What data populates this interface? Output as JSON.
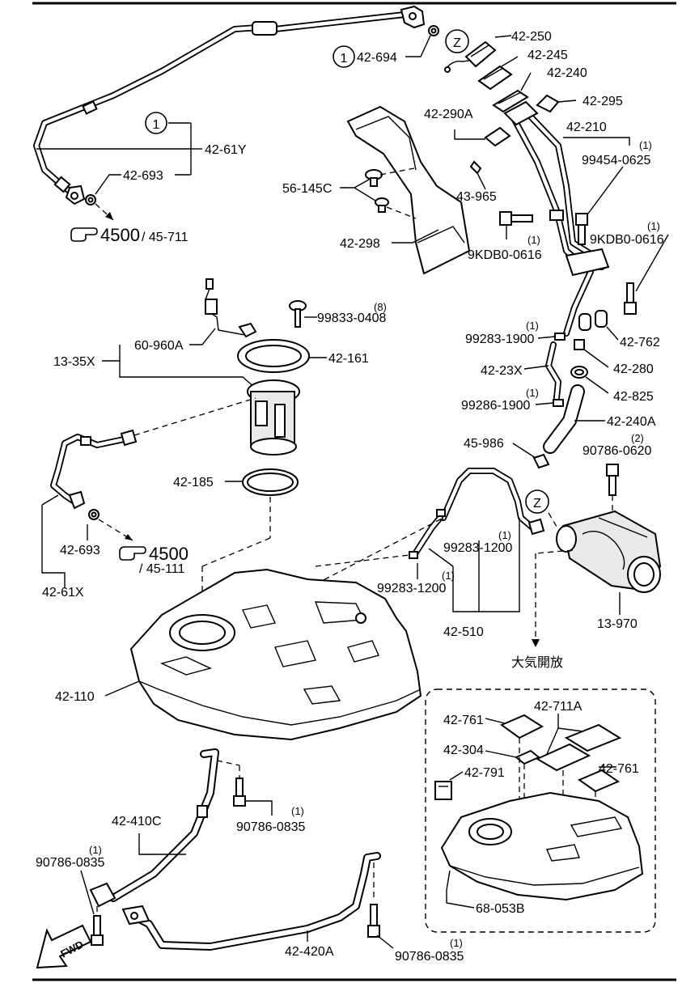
{
  "labels": {
    "p42_694": "42-694",
    "p42_250": "42-250",
    "p42_245": "42-245",
    "p42_240": "42-240",
    "p42_295": "42-295",
    "p42_290A": "42-290A",
    "p42_210": "42-210",
    "p99454_0625": "99454-0625",
    "p42_61Y": "42-61Y",
    "p42_693_top": "42-693",
    "p56_145C": "56-145C",
    "p43_965": "43-965",
    "p42_298": "42-298",
    "p9KDB0_0616_left": "9KDB0-0616",
    "p9KDB0_0616_right": "9KDB0-0616",
    "p99833_0408": "99833-0408",
    "p60_960A": "60-960A",
    "p13_35X": "13-35X",
    "p42_161": "42-161",
    "p99283_1900": "99283-1900",
    "p42_762": "42-762",
    "p42_280": "42-280",
    "p42_23X": "42-23X",
    "p42_825": "42-825",
    "p99286_1900": "99286-1900",
    "p42_240A": "42-240A",
    "p45_986": "45-986",
    "p90786_0620": "90786-0620",
    "p42_185": "42-185",
    "p99283_1200_a": "99283-1200",
    "p99283_1200_b": "99283-1200",
    "p42_693_mid": "42-693",
    "p42_61X": "42-61X",
    "p42_510": "42-510",
    "p13_970": "13-970",
    "p_vent": "大気開放",
    "p42_110": "42-110",
    "p42_711A": "42-711A",
    "p42_761_a": "42-761",
    "p42_304": "42-304",
    "p42_761_b": "42-761",
    "p42_791": "42-791",
    "p68_053B": "68-053B",
    "p42_410C": "42-410C",
    "p90786_0835_a": "90786-0835",
    "p90786_0835_b": "90786-0835",
    "p42_420A": "42-420A",
    "p90786_0835_c": "90786-0835"
  },
  "quantities": {
    "q99454": "(1)",
    "q9KDB0_left": "(1)",
    "q9KDB0_right": "(1)",
    "q99833": "(8)",
    "q99283_1900": "(1)",
    "q99286_1900": "(1)",
    "q90786_0620": "(2)",
    "q99283_1200_a": "(1)",
    "q99283_1200_b": "(1)",
    "q90786_0835_a": "(1)",
    "q90786_0835_b": "(1)",
    "q90786_0835_c": "(1)"
  },
  "circle_marks": {
    "c1_top": "1",
    "c1_left": "1",
    "z_top": "Z",
    "z_mid": "Z"
  },
  "references": {
    "ref_top_main": "4500",
    "ref_top_sub": "/ 45-711",
    "ref_mid_main": "4500",
    "ref_mid_sub": "/ 45-111"
  },
  "fwd_label": "FWD"
}
